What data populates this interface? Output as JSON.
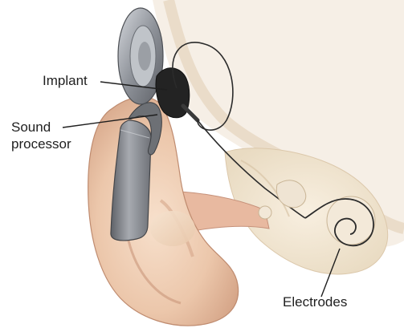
{
  "labels": {
    "implant": "Implant",
    "sound_processor_line1": "Sound",
    "sound_processor_line2": "processor",
    "electrodes": "Electrodes"
  },
  "colors": {
    "background": "#ffffff",
    "skin": "#e7c4a8",
    "skin_shadow": "#c9967a",
    "bone": "#f1e6d2",
    "processor": "#7b7e83",
    "implant_body": "#232323",
    "wire": "#2b2b2b",
    "label_text": "#1f1f1f"
  },
  "icons": {
    "implant": "implant-device-icon",
    "processor": "sound-processor-icon",
    "cochlea": "cochlea-icon"
  }
}
